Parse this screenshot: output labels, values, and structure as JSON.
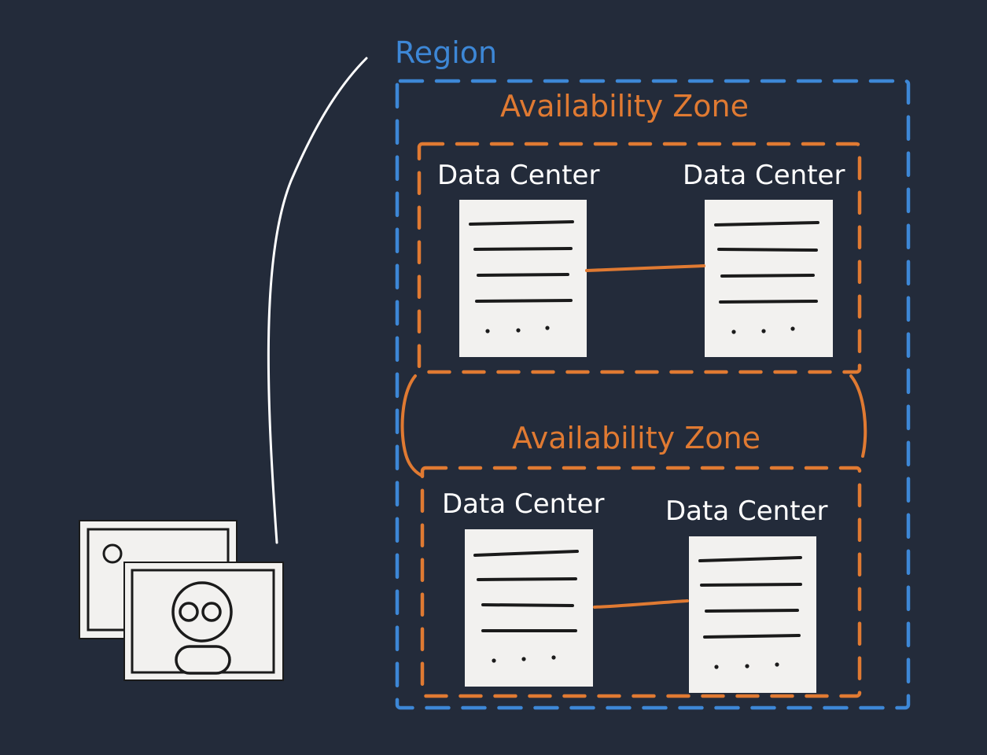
{
  "colors": {
    "background": "#232b3a",
    "region": "#3d87d6",
    "availability_zone": "#e07a32",
    "line": "#ffffff",
    "server_fill": "#f2f1ef",
    "server_lines": "#1b1b1b"
  },
  "region": {
    "label": "Region"
  },
  "zones": [
    {
      "label": "Availability Zone",
      "data_centers": [
        {
          "label": "Data Center"
        },
        {
          "label": "Data Center"
        }
      ]
    },
    {
      "label": "Availability Zone",
      "data_centers": [
        {
          "label": "Data Center"
        },
        {
          "label": "Data Center"
        }
      ]
    }
  ],
  "icons": {
    "user": "user-profile-cards-icon",
    "server": "server-document-icon"
  }
}
